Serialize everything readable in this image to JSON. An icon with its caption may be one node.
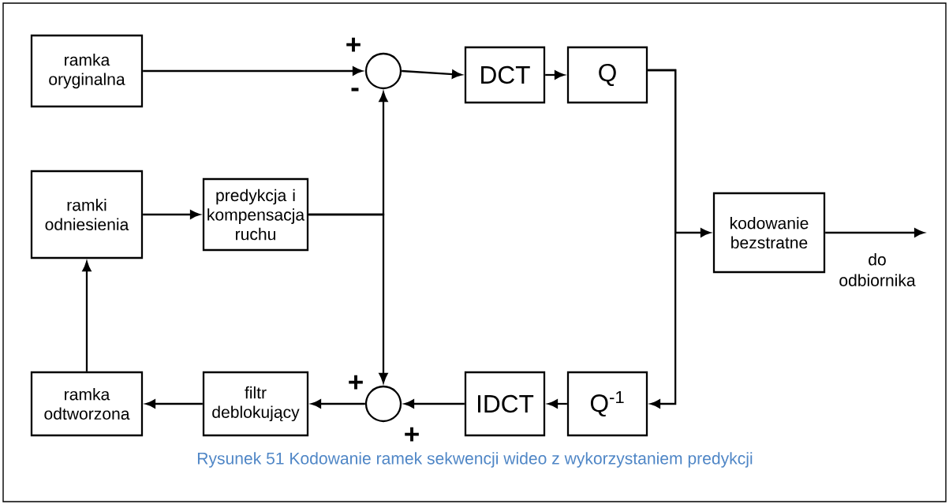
{
  "diagram": {
    "caption": "Rysunek 51 Kodowanie ramek sekwencji wideo z wykorzystaniem predykcji",
    "nodes": [
      {
        "text": [
          "ramka oryginalna"
        ]
      },
      {
        "text": [],
        "shape": "circle"
      },
      {
        "text": [
          "DCT"
        ]
      },
      {
        "text": [
          "Q"
        ]
      },
      {
        "text": [
          "ramki odniesienia"
        ]
      },
      {
        "text": [
          "predykcja i kompensacja ruchu"
        ]
      },
      {
        "text": [
          "kodowanie bezstratne"
        ]
      },
      {
        "text": [
          "do odbiornika"
        ]
      },
      {
        "text": [
          "ramka odtworzona"
        ]
      },
      {
        "text": [
          "filtr deblokujący"
        ]
      },
      {
        "text": [],
        "shape": "circle"
      },
      {
        "text": [
          "IDCT"
        ]
      },
      {
        "text": [
          "Q$^{-1}$"
        ]
      }
    ],
    "edges": [
      {
        "from": 0,
        "to": 1,
        "arrow": "to",
        "label": "+"
      },
      {
        "from": 1,
        "to": 2,
        "arrow": "to"
      },
      {
        "from": 2,
        "to": 3,
        "arrow": "to"
      },
      {
        "from": 3,
        "to": 6,
        "arrow": "to"
      },
      {
        "from": 3,
        "to": 12,
        "arrow": "to"
      },
      {
        "from": 6,
        "to": 7,
        "arrow": "to"
      },
      {
        "from": 4,
        "to": 5,
        "arrow": "to"
      },
      {
        "from": 5,
        "to": 1,
        "arrow": "to",
        "label": "-"
      },
      {
        "from": 5,
        "to": 10,
        "arrow": "to",
        "label": "+"
      },
      {
        "from": 12,
        "to": 11,
        "arrow": "to"
      },
      {
        "from": 11,
        "to": 10,
        "arrow": "to",
        "label": "+"
      },
      {
        "from": 10,
        "to": 9,
        "arrow": "to"
      },
      {
        "from": 9,
        "to": 8,
        "arrow": "to"
      },
      {
        "from": 8,
        "to": 4,
        "arrow": "to"
      }
    ]
  }
}
